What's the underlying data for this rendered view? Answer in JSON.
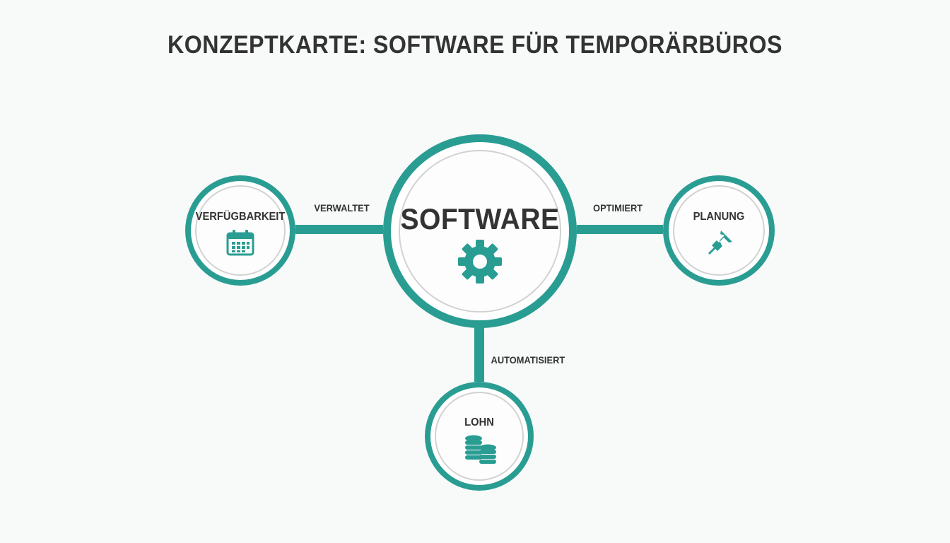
{
  "title": "KONZEPTKARTE: SOFTWARE FÜR TEMPORÄRBÜROS",
  "colors": {
    "accent": "#2a9d93",
    "text": "#333333",
    "ring": "#d2d2d2",
    "background": "#f8f9f9"
  },
  "center": {
    "label": "SOFTWARE",
    "icon": "gear-icon"
  },
  "nodes": [
    {
      "id": "verfuegbarkeit",
      "label": "VERFÜGBARKEIT",
      "icon": "calendar-icon",
      "relation": "VERWALTET"
    },
    {
      "id": "planung",
      "label": "PLANUNG",
      "icon": "pushpin-icon",
      "relation": "OPTIMIERT"
    },
    {
      "id": "lohn",
      "label": "LOHN",
      "icon": "coins-icon",
      "relation": "AUTOMATISIERT"
    }
  ]
}
